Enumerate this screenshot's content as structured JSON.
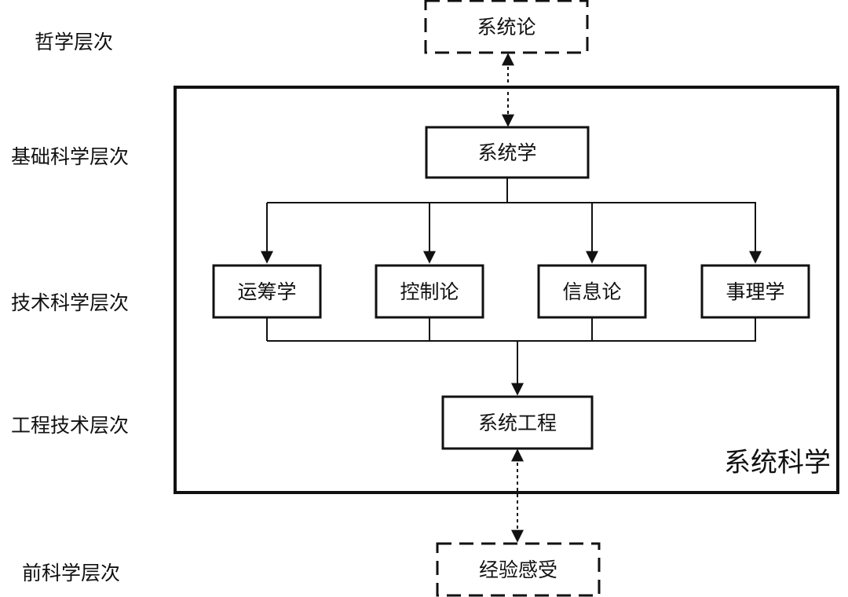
{
  "levels": {
    "philosophy": "哲学层次",
    "basic_science": "基础科学层次",
    "technical_science": "技术科学层次",
    "engineering": "工程技术层次",
    "pre_science": "前科学层次"
  },
  "nodes": {
    "systems_theory": "系统论",
    "systematics": "系统学",
    "operations_research": "运筹学",
    "control_theory": "控制论",
    "information_theory": "信息论",
    "shili_science": "事理学",
    "systems_engineering": "系统工程",
    "experience": "经验感受"
  },
  "container_label": "系统科学"
}
